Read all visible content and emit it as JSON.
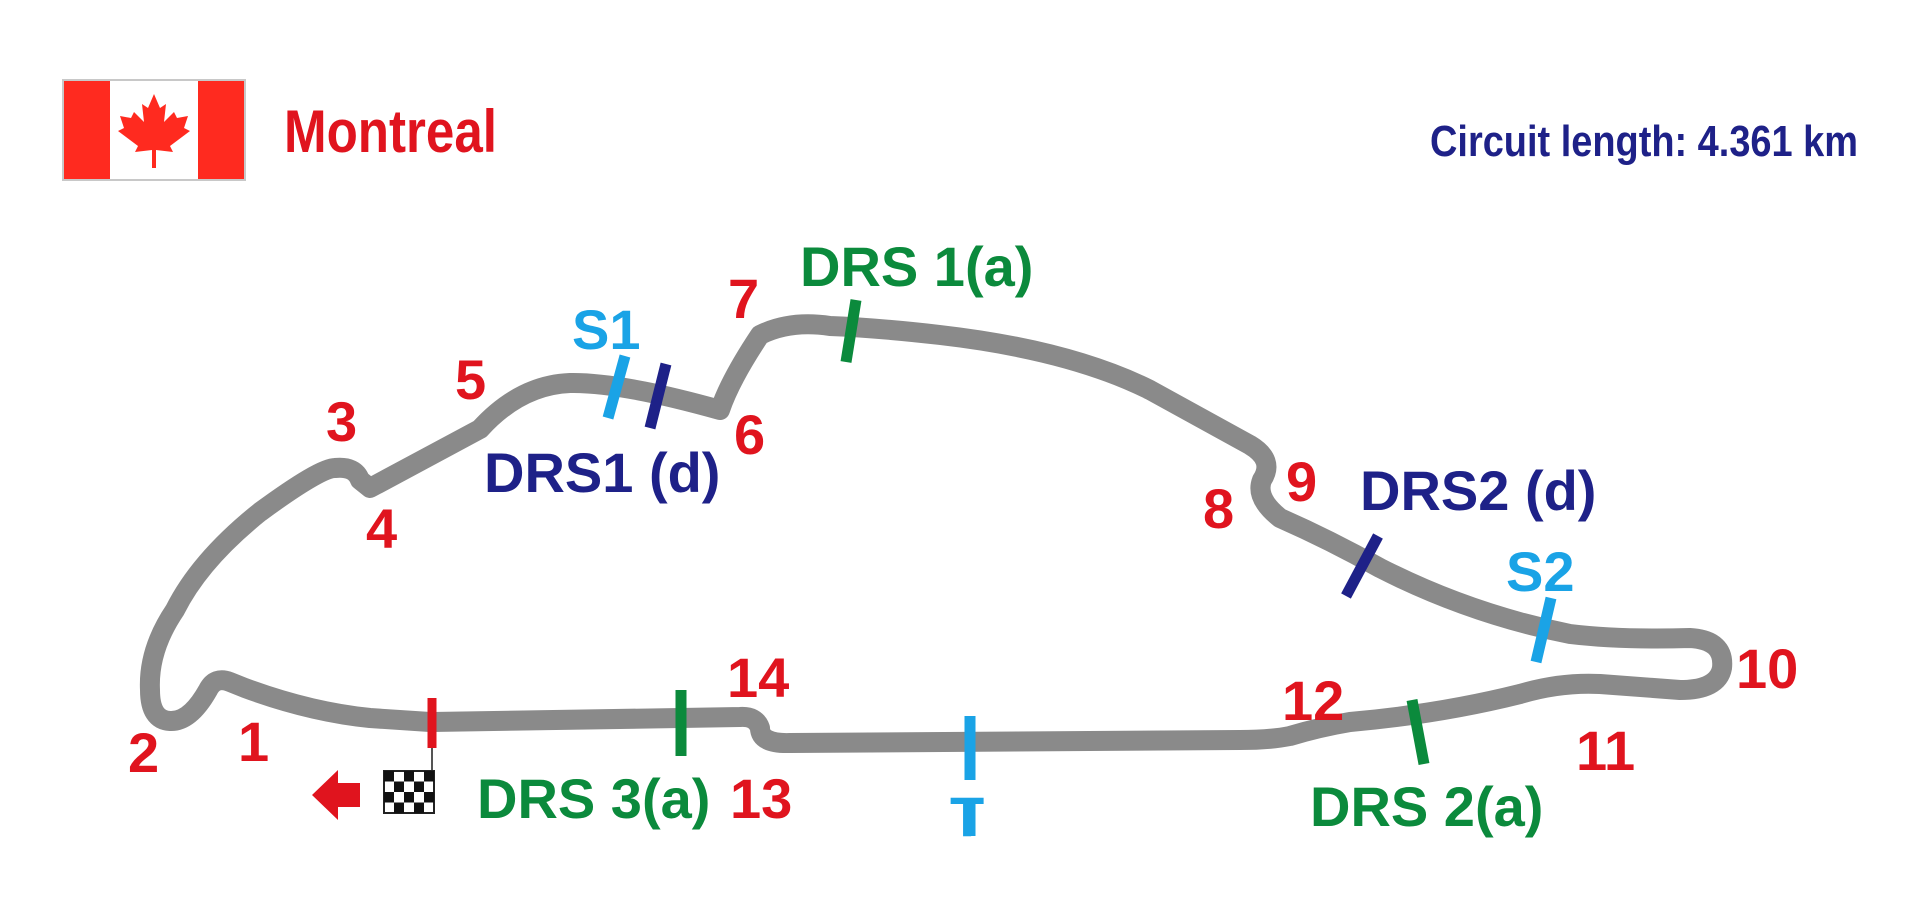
{
  "header": {
    "city": "Montreal",
    "length_label": "Circuit length: 4.361 km"
  },
  "icons": {
    "flag": "canada-flag-icon",
    "start": "checkered-flag-icon",
    "direction": "direction-arrow-icon"
  },
  "colors": {
    "track": "#8a8a8a",
    "turn": "#e0141e",
    "sector": "#1aa3e6",
    "drs_detection": "#1e2188",
    "drs_activation": "#0b8a3c",
    "title_red": "#e0141e",
    "title_navy": "#1e2188",
    "flag_red": "#ff2a1f"
  },
  "turns": [
    "1",
    "2",
    "3",
    "4",
    "5",
    "6",
    "7",
    "8",
    "9",
    "10",
    "11",
    "12",
    "13",
    "14"
  ],
  "sectors": [
    "S1",
    "S2",
    "T"
  ],
  "drs_detection": [
    "DRS1 (d)",
    "DRS2 (d)"
  ],
  "drs_activation": [
    "DRS 1(a)",
    "DRS 2(a)",
    "DRS 3(a)"
  ]
}
